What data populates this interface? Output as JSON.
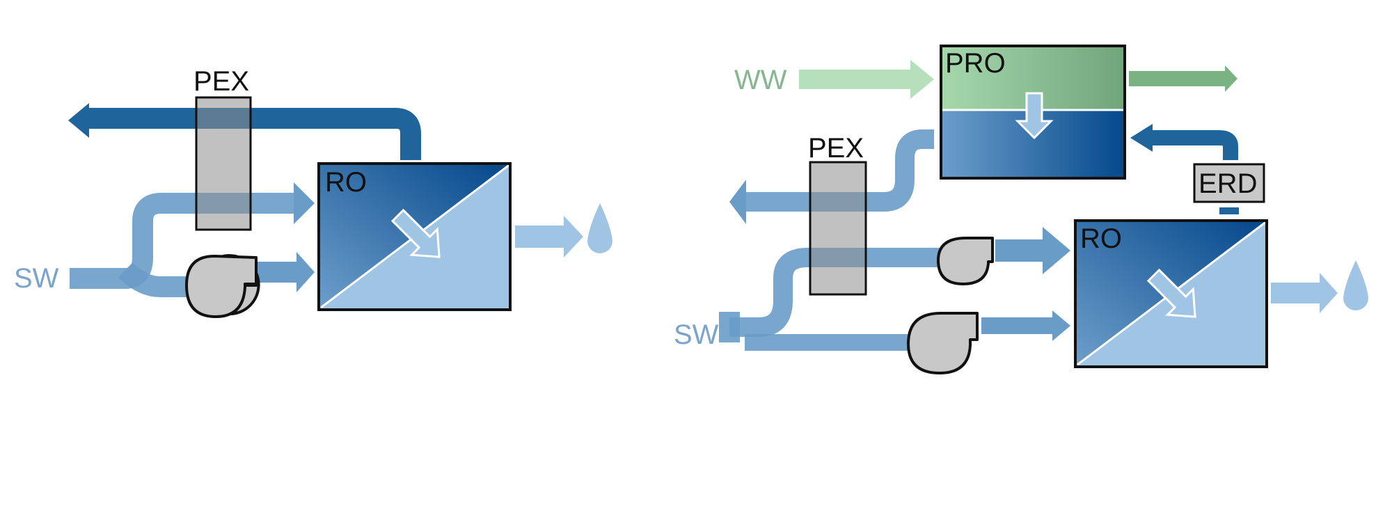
{
  "colors": {
    "dark_blue": "#20649c",
    "mid_blue": "#6a9cc8",
    "light_blue": "#a0c4e4",
    "seawater_text": "#7aa4ce",
    "pex_gray": "#8e8e8e",
    "pump_gray": "#c8c8c8",
    "light_green": "#b6e0bc",
    "mid_green": "#7ab284",
    "green_text": "#86b690",
    "ro_gradient_light": "#6a9cc8",
    "ro_gradient_dark": "#044a8a",
    "outline": "#111111"
  },
  "left_system": {
    "feed_label": "SW",
    "exchanger_label": "PEX",
    "membrane_label": "RO",
    "pump_icon": "pump-icon",
    "product_icon": "water-drop-icon"
  },
  "right_system": {
    "feed_label": "SW",
    "wastewater_label": "WW",
    "pro_label": "PRO",
    "exchanger_label": "PEX",
    "erd_label": "ERD",
    "membrane_label": "RO",
    "pump_icon": "pump-icon",
    "product_icon": "water-drop-icon"
  }
}
